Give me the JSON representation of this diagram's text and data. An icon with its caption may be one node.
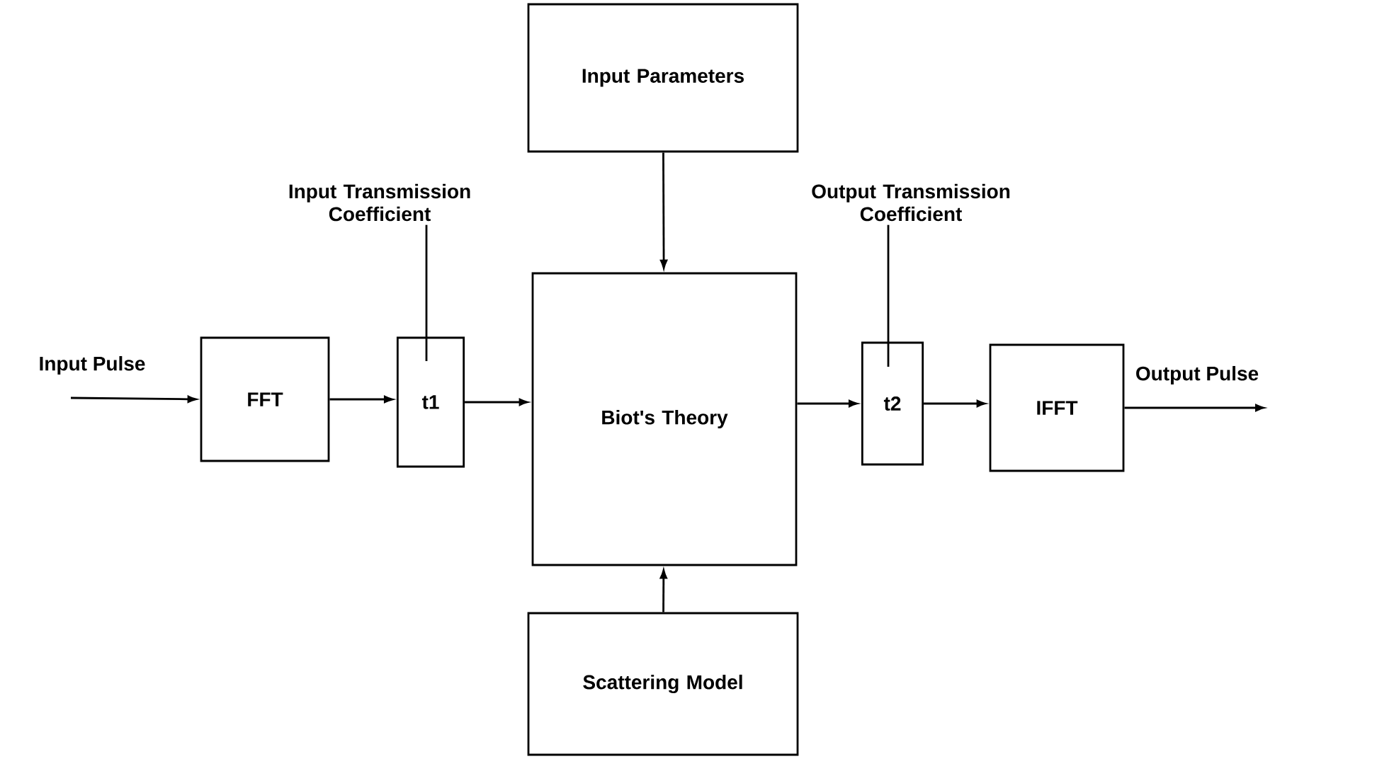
{
  "diagram": {
    "nodes": [
      {
        "text": [
          "Input Parameters"
        ]
      },
      {
        "text": [
          "Input Transmission Coefficient"
        ]
      },
      {
        "text": [
          "Output Transmission Coefficient"
        ]
      },
      {
        "text": [
          "FFT"
        ]
      },
      {
        "text": [
          "t1"
        ]
      },
      {
        "text": [
          "Biot's Theory"
        ]
      },
      {
        "text": [
          "t2"
        ]
      },
      {
        "text": [
          "IFFT"
        ]
      },
      {
        "text": [
          "Scattering Model"
        ]
      }
    ],
    "edges": [
      {
        "from": null,
        "to": 3,
        "arrow": "to",
        "label": "Input Pulse"
      },
      {
        "from": 3,
        "to": 4,
        "arrow": "to"
      },
      {
        "from": 4,
        "to": 5,
        "arrow": "to"
      },
      {
        "from": 5,
        "to": 6,
        "arrow": "to"
      },
      {
        "from": 6,
        "to": 7,
        "arrow": "to"
      },
      {
        "from": 7,
        "to": null,
        "arrow": "to",
        "label": "Output Pulse"
      },
      {
        "from": 0,
        "to": 5,
        "arrow": "to"
      },
      {
        "from": 8,
        "to": 5,
        "arrow": "to"
      },
      {
        "from": 1,
        "to": 4,
        "arrow": "none"
      },
      {
        "from": 2,
        "to": 6,
        "arrow": "none"
      }
    ]
  }
}
